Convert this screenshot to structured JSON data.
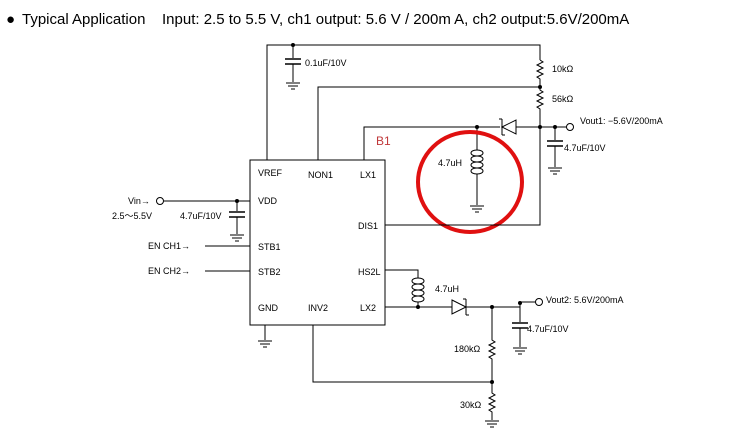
{
  "title": {
    "bullet": "●",
    "heading": "Typical Application",
    "spec": "Input: 2.5 to 5.5 V, ch1 output: 5.6 V / 200m A, ch2 output:5.6V/200mA"
  },
  "ic": {
    "pins": {
      "vref": "VREF",
      "non1": "NON1",
      "lx1": "LX1",
      "vdd": "VDD",
      "dis1": "DIS1",
      "stb1": "STB1",
      "stb2": "STB2",
      "hs2l": "HS2L",
      "gnd": "GND",
      "inv2": "INV2",
      "lx2": "LX2"
    }
  },
  "labels": {
    "vin": "Vin→",
    "vin_range": "2.5～5.5V",
    "en_ch1": "EN CH1→",
    "en_ch2": "EN CH2→",
    "c_top": "0.1uF/10V",
    "c_vdd": "4.7uF/10V",
    "r_top1": "10kΩ",
    "r_top2": "56kΩ",
    "vout1": "Vout1: −5.6V/200mA",
    "c_vout1": "4.7uF/10V",
    "b1": "B1",
    "l1": "4.7uH",
    "l2": "4.7uH",
    "vout2": "Vout2: 5.6V/200mA",
    "c_vout2": "4.7uF/10V",
    "r_bot1": "180kΩ",
    "r_bot2": "30kΩ"
  },
  "colors": {
    "wire": "#000000",
    "highlight_circle": "#e01010",
    "annotation_text": "#c0393b"
  }
}
